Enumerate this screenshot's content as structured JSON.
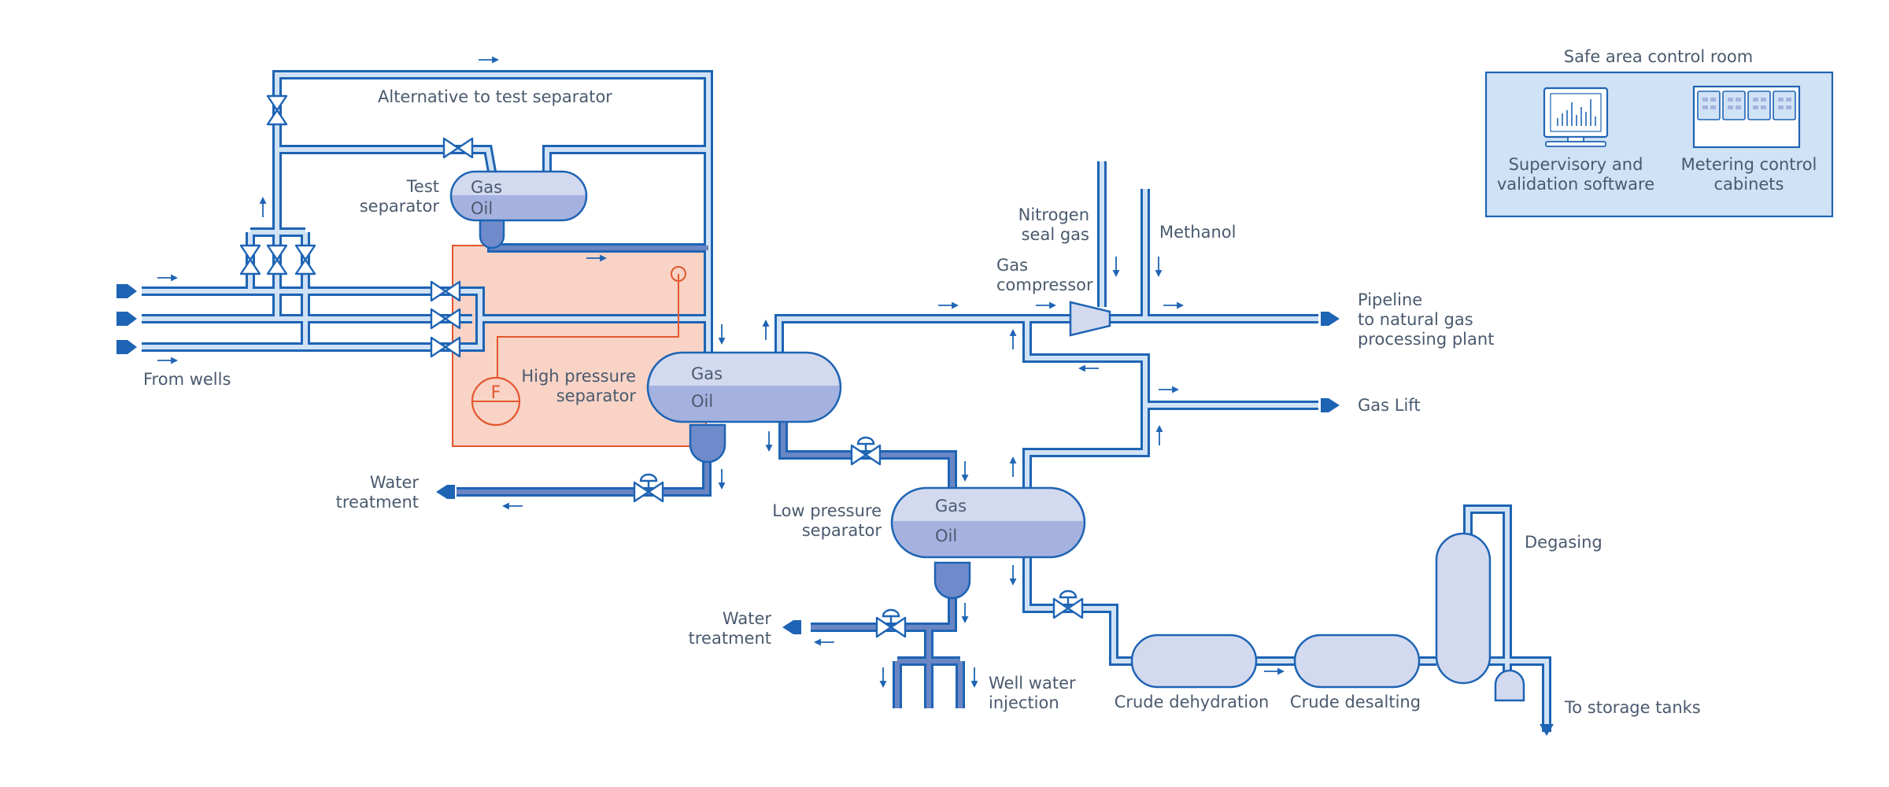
{
  "colors": {
    "pipe_outline": "#1e64b4",
    "pipe_fill": "#d0e2f6",
    "pipe_dark_fill": "#6a86c4",
    "vessel_gas": "#d3daf0",
    "vessel_oil": "#a5b2df",
    "vessel_boot": "#6f8bcb",
    "flow_arrow": "#1e64b4",
    "highlight_fill": "#f8d3c6",
    "highlight_stroke": "#e4572e",
    "control_room_fill": "#d0e2f6",
    "text": "#4a5a6e"
  },
  "labels": {
    "alternative_to_test_separator": "Alternative to test separator",
    "test_separator": [
      "Test",
      "separator"
    ],
    "from_wells": "From wells",
    "high_pressure_separator": [
      "High pressure",
      "separator"
    ],
    "flow_meter_symbol": "F",
    "water_treatment_hp": [
      "Water",
      "treatment"
    ],
    "gas_compressor": [
      "Gas",
      "compressor"
    ],
    "nitrogen_seal_gas": [
      "Nitrogen",
      "seal gas"
    ],
    "methanol": "Methanol",
    "pipeline": [
      "Pipeline",
      "to natural gas",
      "processing plant"
    ],
    "gas_lift": "Gas Lift",
    "low_pressure_separator": [
      "Low pressure",
      "separator"
    ],
    "water_treatment_lp": [
      "Water",
      "treatment"
    ],
    "well_water_injection": [
      "Well water",
      "injection"
    ],
    "crude_dehydration": "Crude dehydration",
    "crude_desalting": "Crude desalting",
    "degasing": "Degasing",
    "to_storage_tanks": "To storage tanks",
    "safe_area_control_room": "Safe area control room",
    "supervisory_software": [
      "Supervisory and",
      "validation software"
    ],
    "metering_cabinets": [
      "Metering control",
      "cabinets"
    ]
  },
  "vessel_layers": {
    "gas": "Gas",
    "oil": "Oil"
  },
  "icons": {
    "valve": "bowtie-valve-icon",
    "control_valve": "control-valve-icon",
    "compressor": "compressor-icon",
    "flow_meter": "flow-meter-icon",
    "monitor": "monitor-icon",
    "cabinets": "server-cabinet-icon",
    "arrow": "flow-arrow-icon"
  }
}
